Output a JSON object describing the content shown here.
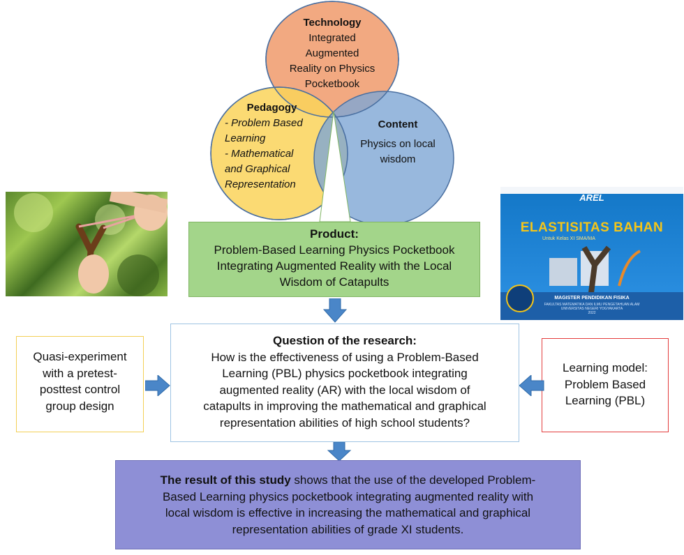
{
  "venn": {
    "technology": {
      "title": "Technology",
      "lines": [
        "Integrated",
        "Augmented",
        "Reality on Physics",
        "Pocketbook"
      ],
      "color": "#f2a981"
    },
    "pedagogy": {
      "title": "Pedagogy",
      "items": [
        "- Problem Based",
        "Learning",
        "- Mathematical",
        "and Graphical",
        "Representation"
      ],
      "color": "#fad45a"
    },
    "content": {
      "title": "Content",
      "lines": [
        "Physics on local",
        "wisdom"
      ],
      "color": "#7ea6d5"
    }
  },
  "product": {
    "heading": "Product:",
    "lines": [
      "Problem-Based Learning Physics Pocketbook",
      "Integrating Augmented Reality with the Local",
      "Wisdom of Catapults"
    ],
    "color": "#a3d58a"
  },
  "question": {
    "heading": "Question of the research:",
    "lines": [
      "How is the effectiveness of using a Problem-Based",
      "Learning (PBL) physics pocketbook integrating",
      "augmented reality (AR) with the local wisdom of",
      "catapults in improving the mathematical and graphical",
      "representation abilities of high school students?"
    ]
  },
  "method": {
    "lines": [
      "Quasi-experiment",
      "with a pretest-",
      "posttest control",
      "group design"
    ]
  },
  "learning_model": {
    "lines": [
      "Learning model:",
      "Problem Based",
      "Learning (PBL)"
    ]
  },
  "result": {
    "bold": "The result of this study",
    "line1_rest": " shows that the use of the developed Problem-",
    "lines": [
      "Based Learning physics pocketbook integrating augmented reality with",
      "local wisdom is effective in increasing the mathematical and graphical",
      "representation abilities of grade XI students."
    ],
    "color": "#8e8fd6"
  },
  "book_cover": {
    "logo": "AREL",
    "title": "ELASTISITAS BAHAN",
    "subtitle": "Untuk Kelas XI SMA/MA",
    "footer_title": "MAGISTER PENDIDIKAN FISIKA",
    "footer_sub1": "FAKULTAS MATEMATIKA DAN ILMU PENGETAHUAN ALAM",
    "footer_sub2": "UNIVERSITAS NEGERI YOGYAKARTA",
    "year": "2022"
  },
  "colors": {
    "arrow": "#4a86c8",
    "method_border": "#f3cf55",
    "model_border": "#e33b3b",
    "question_border": "#9ec3e3"
  }
}
